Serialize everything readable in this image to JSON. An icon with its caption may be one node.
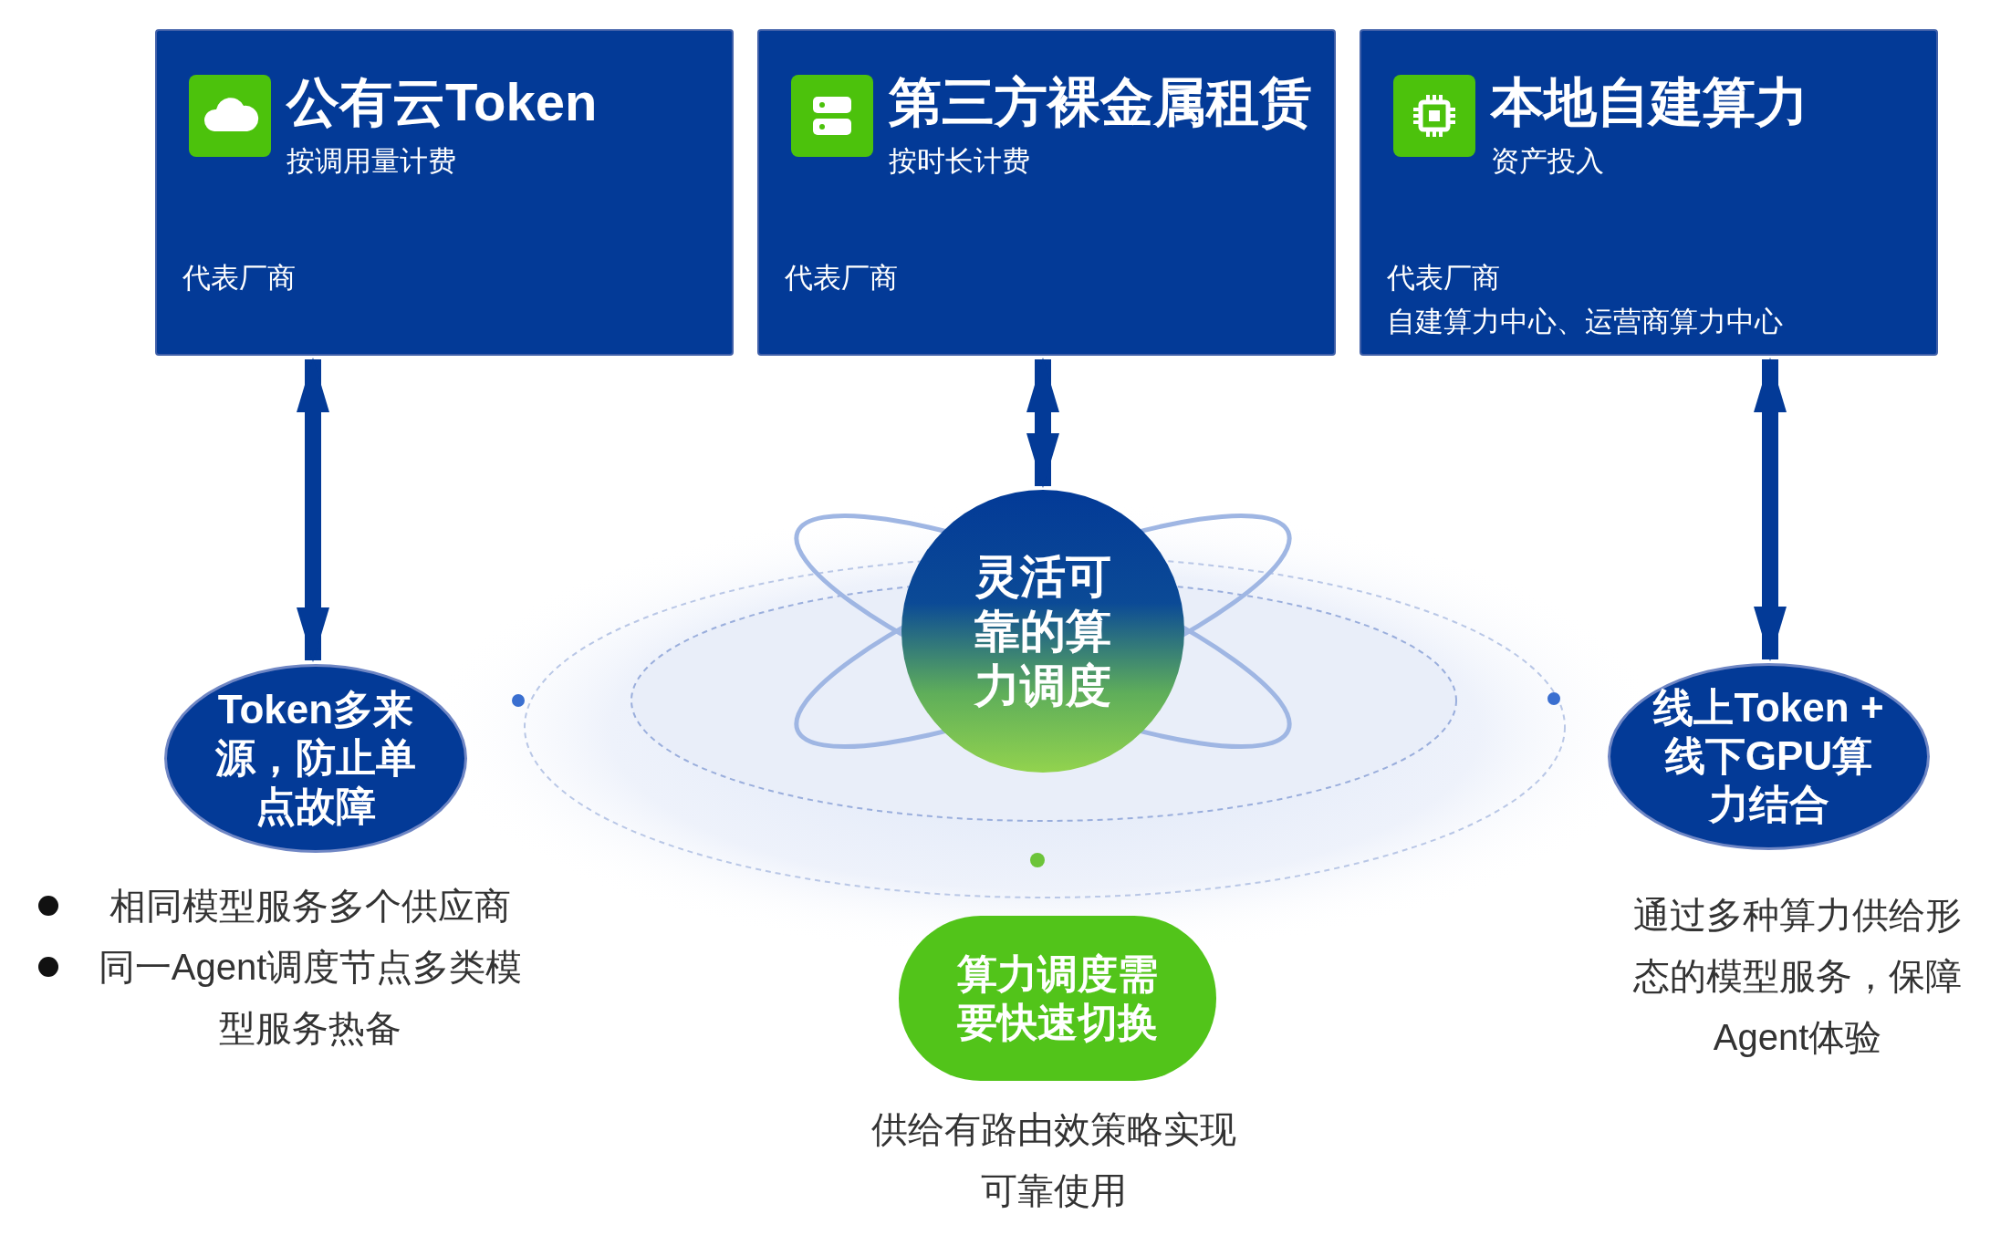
{
  "diagram": {
    "nodes": [
      {
        "text": [
          "公有云Token",
          "按调用量计费",
          "代表厂商"
        ]
      },
      {
        "text": [
          "第三方裸金属租赁",
          "按时长计费",
          "代表厂商"
        ]
      },
      {
        "text": [
          "本地自建算力",
          "资产投入",
          "代表厂商",
          "自建算力中心、运营商算力中心"
        ]
      },
      {
        "text": [
          "灵活可靠的算力调度"
        ]
      },
      {
        "text": [
          "Token多来源，防止单点故障"
        ],
        "beside": [
          "相同模型服务多个供应商",
          "同一Agent调度节点多类模型服务热备"
        ]
      },
      {
        "text": [
          "线上Token + 线下GPU算力结合"
        ],
        "beside": [
          "通过多种算力供给形态的模型服务，保障Agent体验"
        ]
      },
      {
        "text": [
          "算力调度需要快速切换"
        ],
        "beside": [
          "供给有路由效策略实现可靠使用"
        ]
      }
    ],
    "edges": [
      {
        "from": 0,
        "to": 4,
        "arrow": "both"
      },
      {
        "from": 1,
        "to": 3,
        "arrow": "both"
      },
      {
        "from": 2,
        "to": 5,
        "arrow": "both"
      }
    ]
  }
}
